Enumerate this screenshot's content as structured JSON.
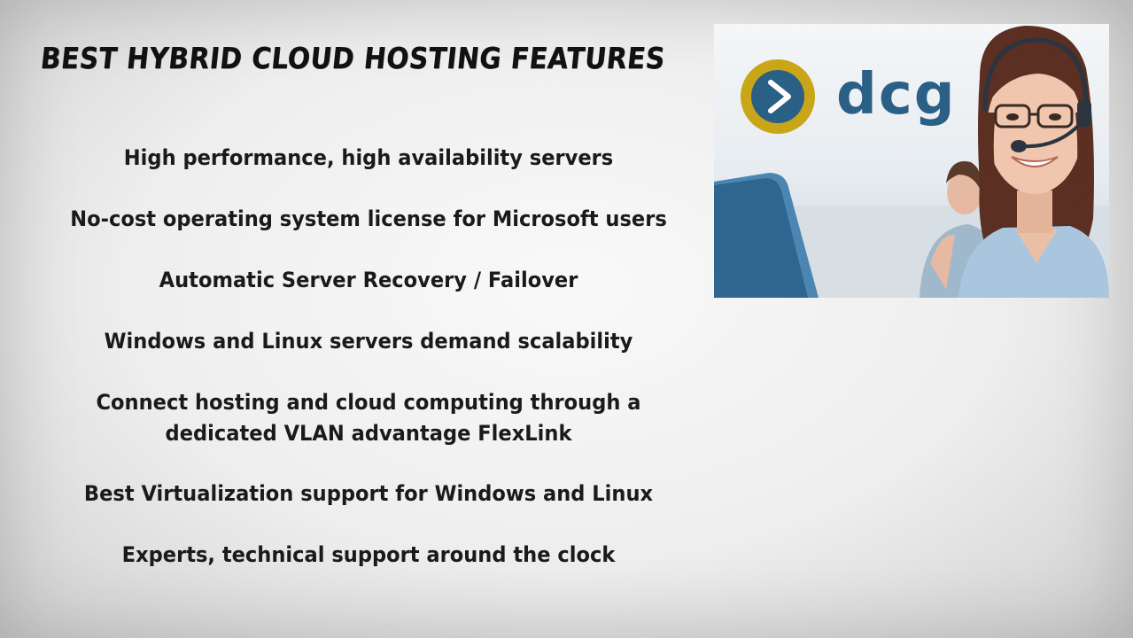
{
  "slide": {
    "title": "BEST HYBRID CLOUD HOSTING FEATURES",
    "features": [
      "High performance, high availability servers",
      "No-cost operating system license for Microsoft users",
      "Automatic Server Recovery / Failover",
      "Windows and Linux servers demand scalability",
      "Connect hosting and cloud computing through a dedicated VLAN advantage FlexLink",
      "Best Virtualization support for Windows and Linux",
      "Experts, technical support around the clock"
    ]
  },
  "photo": {
    "logo_text": "dcg",
    "logo_icon": "chevron-right-icon",
    "colors": {
      "logo_ring": "#c9a617",
      "logo_inner": "#2a5f86",
      "logo_text": "#2a5f86"
    }
  }
}
